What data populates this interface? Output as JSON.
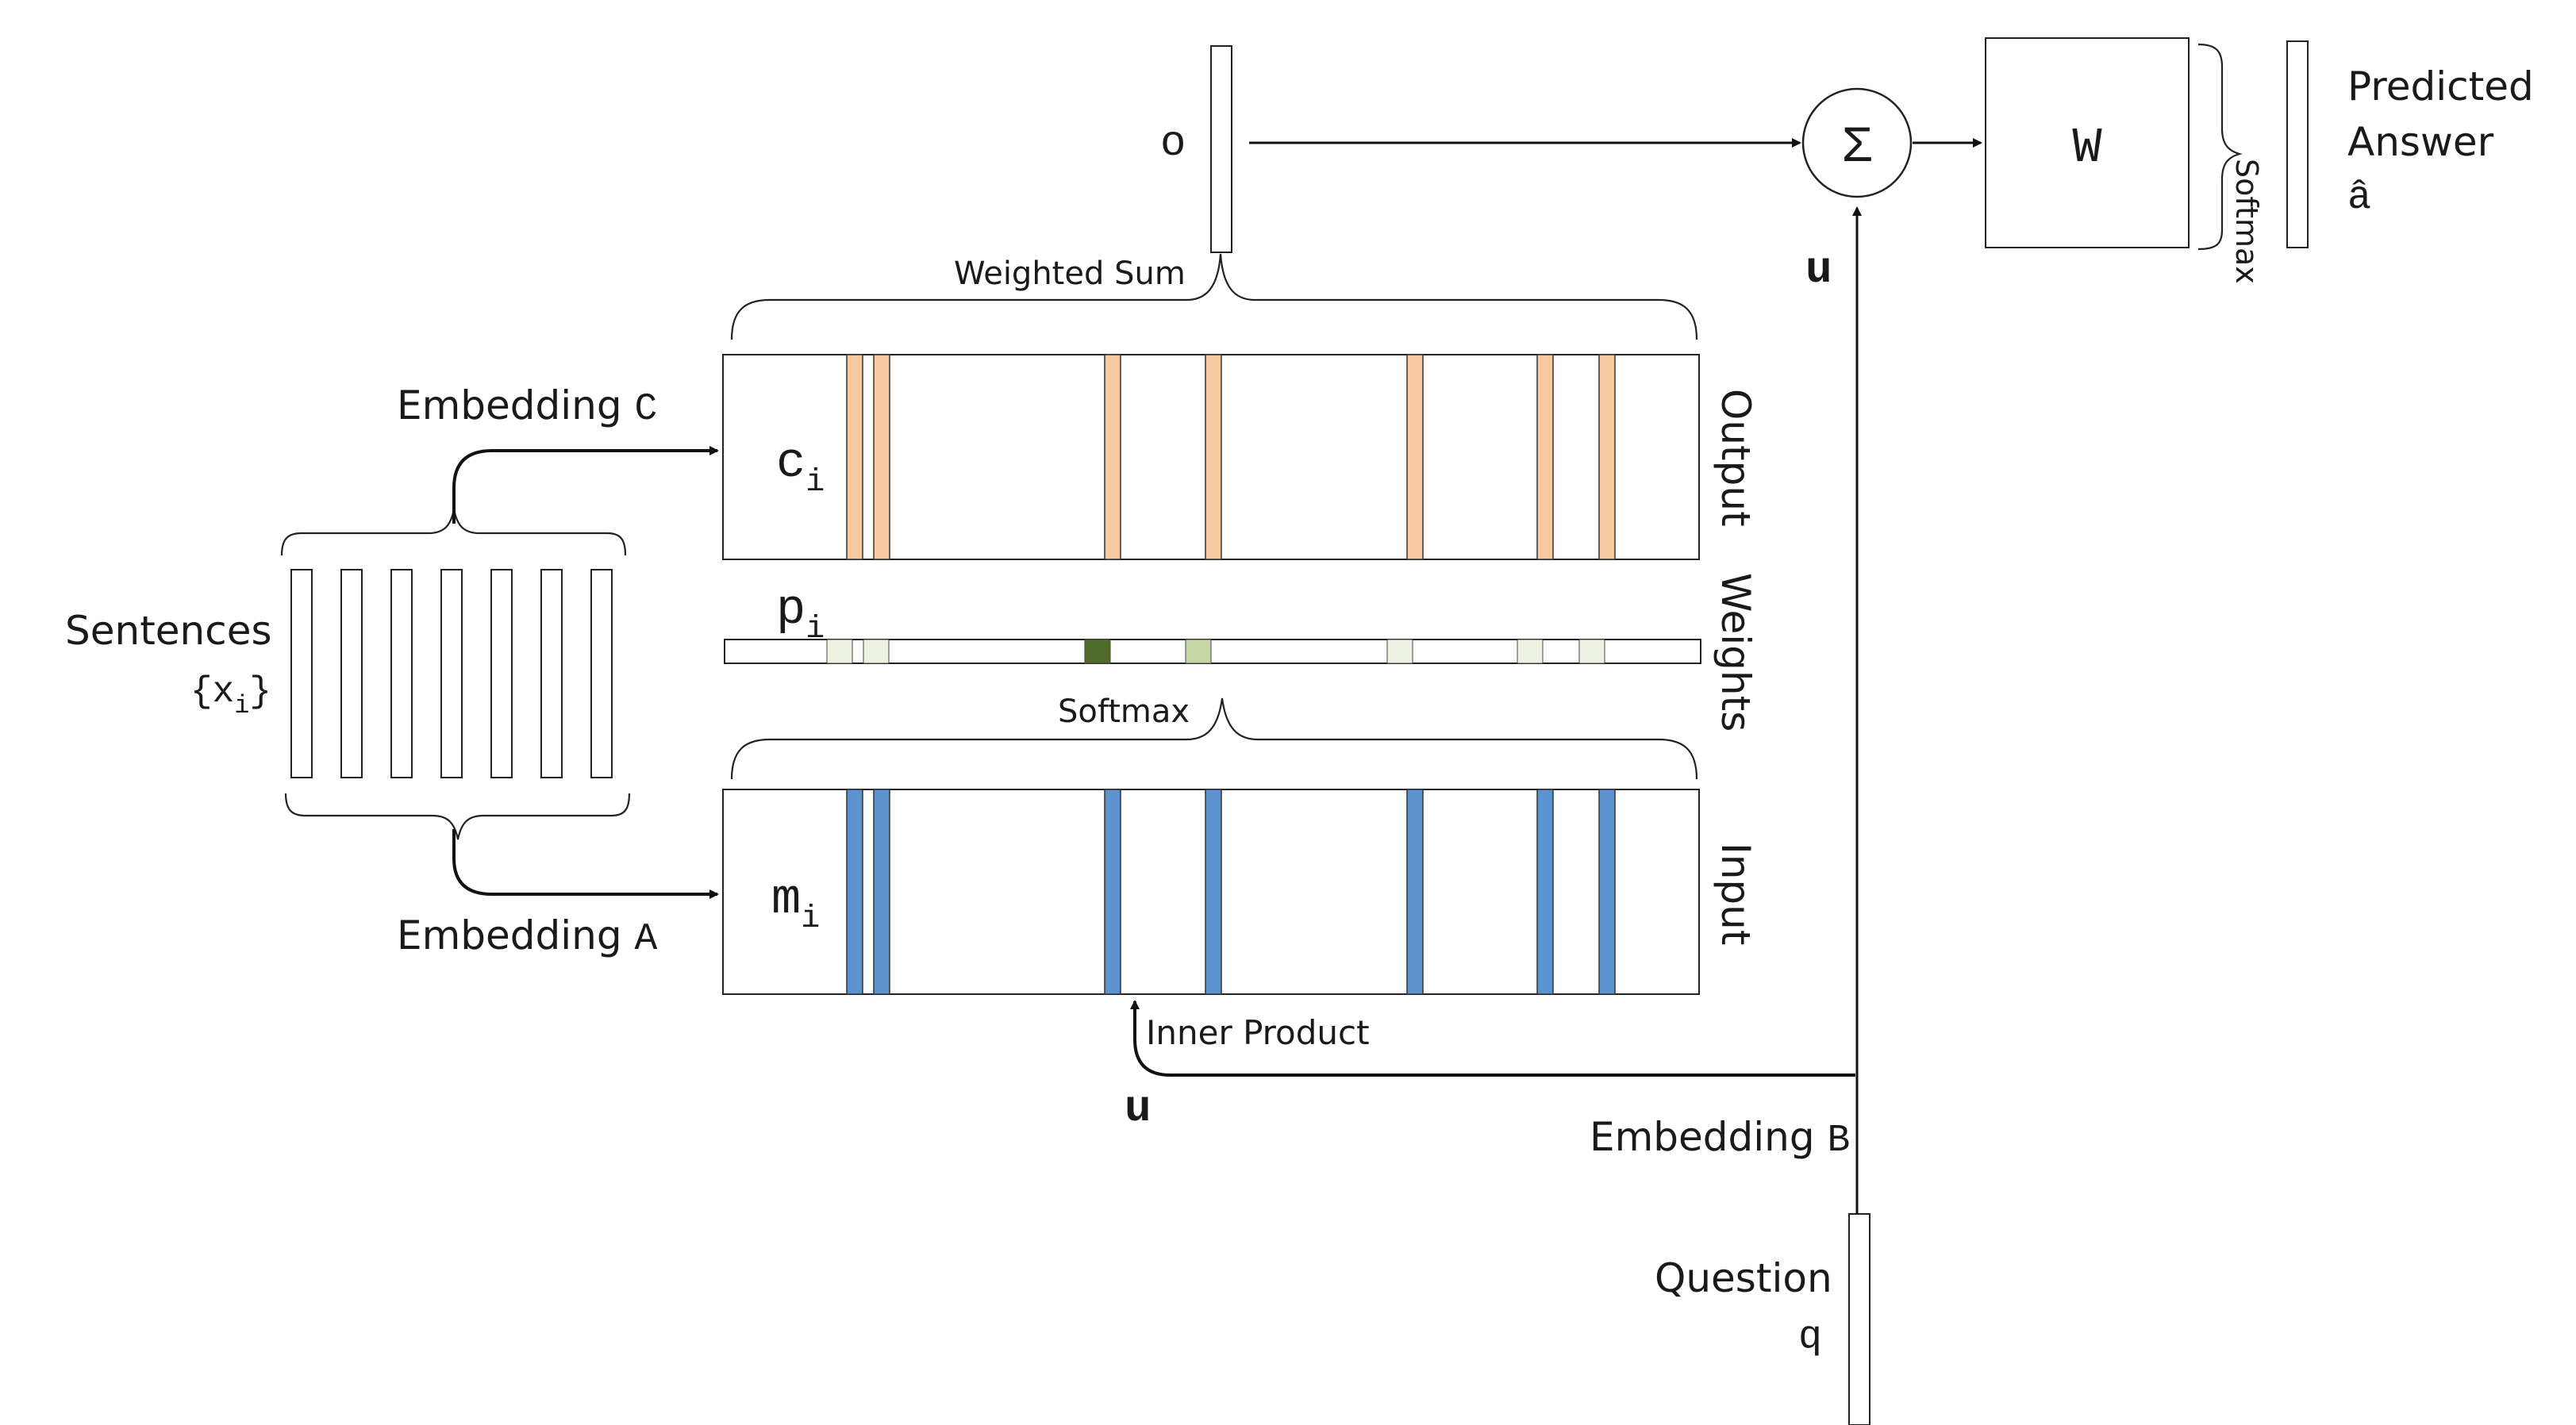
{
  "labels": {
    "o": "o",
    "weighted_sum": "Weighted Sum",
    "embedding_c_word": "Embedding",
    "embedding_c_letter": "C",
    "c_sub": "c",
    "c_index": "i",
    "output": "Output",
    "p_sub": "p",
    "p_index": "i",
    "weights": "Weights",
    "sentences": "Sentences",
    "x_set": "{x",
    "x_index": "i",
    "x_close": "}",
    "softmax_mid": "Softmax",
    "m_sub": "m",
    "m_index": "i",
    "input": "Input",
    "embedding_a_word": "Embedding",
    "embedding_a_letter": "A",
    "inner_product": "Inner Product",
    "u_lower": "u",
    "u_upper": "u",
    "embedding_b_word": "Embedding",
    "embedding_b_letter": "B",
    "question": "Question",
    "q": "q",
    "sigma": "Σ",
    "w": "W",
    "softmax_right": "Softmax",
    "predicted": "Predicted",
    "answer": "Answer",
    "a_hat": "â"
  },
  "colors": {
    "output_stripe": "#f7c9a0",
    "input_stripe": "#5b93cf",
    "weight_cells": [
      "#eef2e2",
      "#eef2e2",
      "#4f6b2a",
      "#c6d7a6",
      "#eef2e2",
      "#eef2e2",
      "#eef2e2"
    ]
  }
}
